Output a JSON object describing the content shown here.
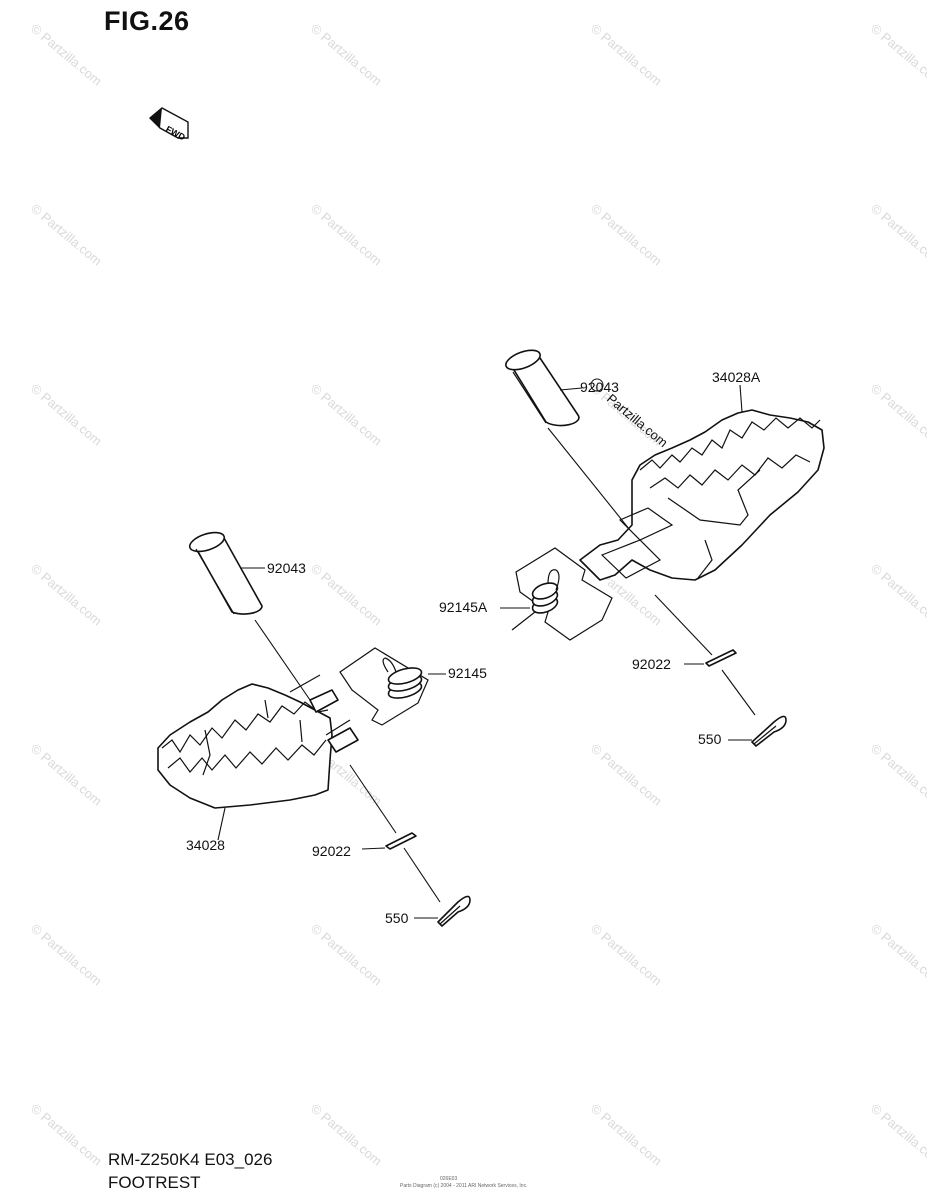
{
  "figure": {
    "title": "FIG.26",
    "fwd_label": "FWD"
  },
  "watermark": {
    "text": "© Partzilla.com",
    "overlay_text": "Partzilla.com"
  },
  "parts": {
    "right": {
      "pin": "92043",
      "footrest": "34028A",
      "spring": "92145A",
      "washer": "92022",
      "cotter_pin": "550"
    },
    "left": {
      "pin": "92043",
      "footrest": "34028",
      "spring": "92145",
      "washer": "92022",
      "cotter_pin": "550"
    }
  },
  "footer": {
    "model": "RM-Z250K4 E03_026",
    "name": "FOOTREST",
    "code": "026E03",
    "copyright": "Parts Diagram (c) 2004 - 2011 ARI Network Services, Inc."
  }
}
